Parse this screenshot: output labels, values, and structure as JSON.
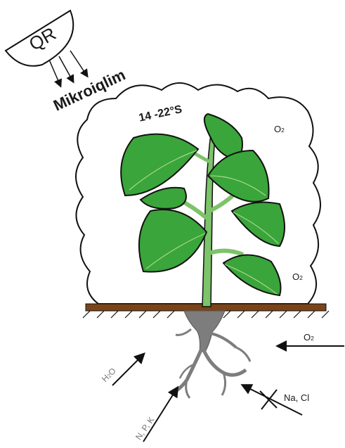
{
  "labels": {
    "qr": "QR",
    "mikroiqlim": "Mikroiqlim",
    "temperature": "14 -22°S",
    "o2_upper": "O",
    "o2_lower": "O",
    "o2_right": "O",
    "o2_sub": "2",
    "h2o": "H",
    "h2o_sub": "2",
    "h2o_tail": "O",
    "npk": "N, P, K",
    "nacl": "Na, Cl"
  },
  "colors": {
    "leaf": "#3aa53a",
    "leaf_dark": "#1f6e1f",
    "vein": "#a8d88a",
    "stem": "#7cc36a",
    "soil": "#7a4418",
    "root": "#7d7d7d",
    "outline": "#111111",
    "cloud": "#111111"
  }
}
